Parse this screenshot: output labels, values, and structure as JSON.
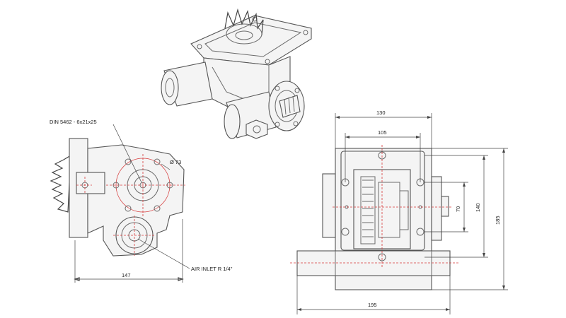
{
  "labels": {
    "spline": "DIN 5462 - 6x21x25",
    "diameter": "Ø 73",
    "air_inlet": "AIR INLET R 1/4\""
  },
  "dimensions": {
    "d130": "130",
    "d105": "105",
    "d70": "70",
    "d140": "140",
    "d185": "185",
    "d147": "147",
    "d195": "195"
  },
  "colors": {
    "centerline": "#d63a3a",
    "outline": "#555555"
  }
}
